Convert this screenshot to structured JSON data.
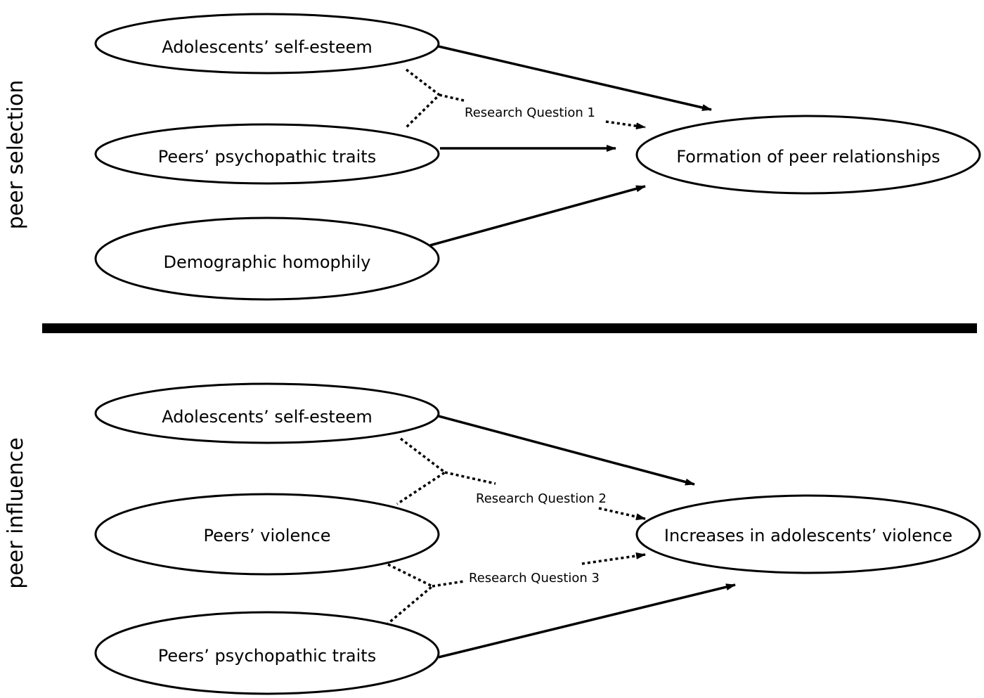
{
  "sections": {
    "selection": {
      "side_label": "peer selection",
      "nodes": {
        "self_esteem": "Adolescents’ self-esteem",
        "psychopathic": "Peers’ psychopathic traits",
        "homophily": "Demographic homophily",
        "outcome": "Formation of peer relationships"
      },
      "research_question": "Research Question 1"
    },
    "influence": {
      "side_label": "peer influence",
      "nodes": {
        "self_esteem": "Adolescents’ self-esteem",
        "violence": "Peers’ violence",
        "psychopathic": "Peers’ psychopathic traits",
        "outcome": "Increases in adolescents’ violence"
      },
      "research_question_2": "Research Question 2",
      "research_question_3": "Research Question 3"
    }
  }
}
